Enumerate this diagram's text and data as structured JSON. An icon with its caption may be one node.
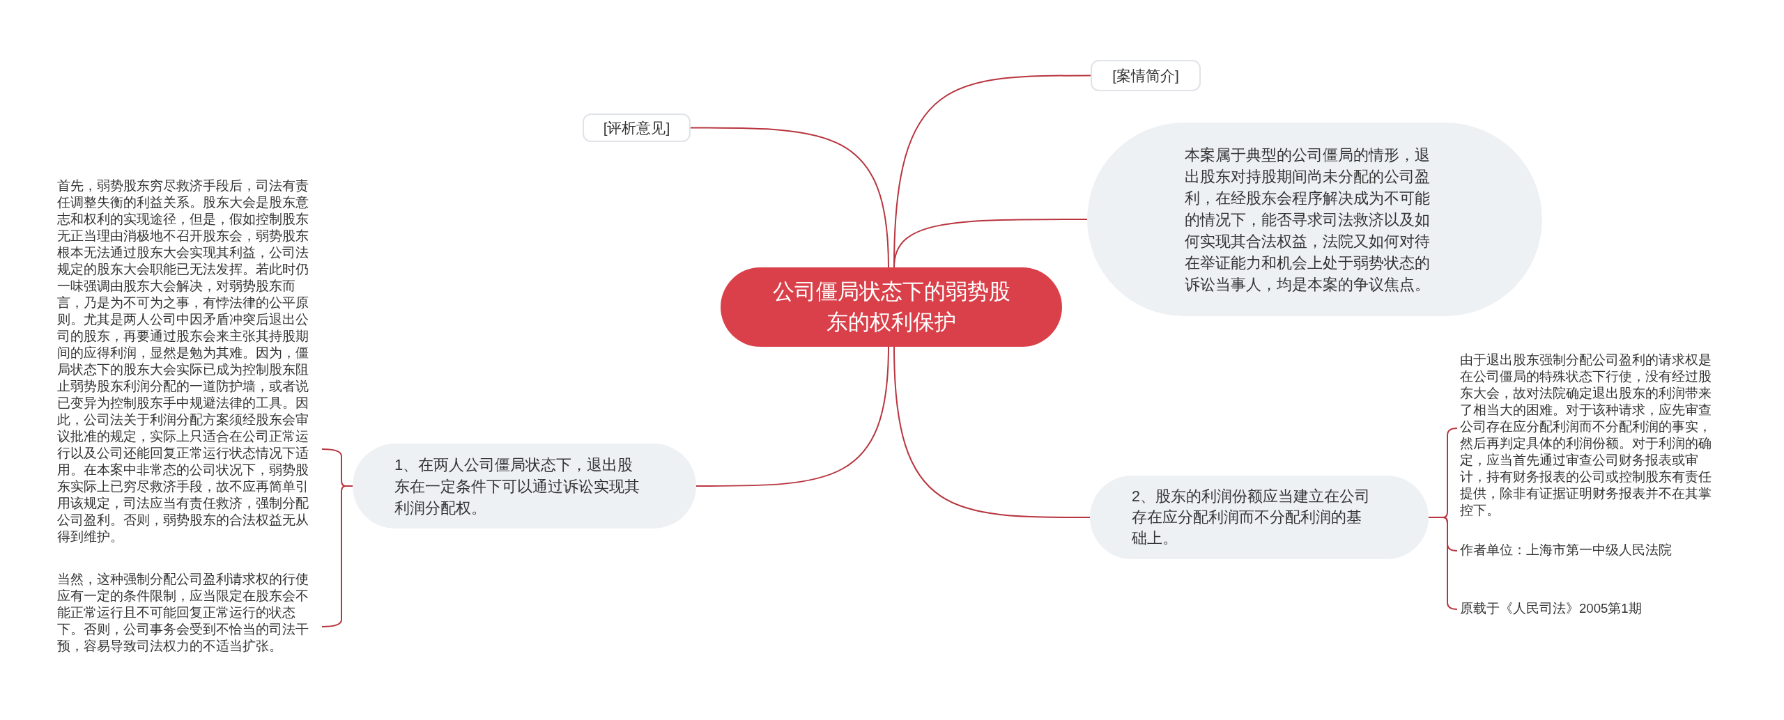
{
  "diagram": {
    "nodes": [
      {
        "text": [
          "公司僵局状态下的弱势股东的权利保护"
        ]
      },
      {
        "text": [
          "[评析意见]"
        ]
      },
      {
        "text": [
          "首先，弱势股东穷尽救济手段后，司法有责任调整失衡的利益关系。股东大会是股东意志和权利的实现途径，但是，假如控制股东无正当理由消极地不召开股东会，弱势股东根本无法通过股东大会实现其利益，公司法规定的股东大会职能已无法发挥。若此时仍一味强调由股东大会解决，对弱势股东而言，乃是为不可为之事，有悖法律的公平原则。尤其是两人公司中因矛盾冲突后退出公司的股东，再要通过股东会来主张其持股期间的应得利润，显然是勉为其难。因为，僵局状态下的股东大会实际已成为控制股东阻止弱势股东利润分配的一道防护墙，或者说已变异为控制股东手中规避法律的工具。因此，公司法关于利润分配方案须经股东会审议批准的规定，实际上只适合在公司正常运行以及公司还能回复正常运行状态情况下适用。在本案中非常态的公司状况下，弱势股东实际上已穷尽救济手段，故不应再简单引用该规定，司法应当有责任救济，强制分配公司盈利。否则，弱势股东的合法权益无从得到维护。"
        ]
      },
      {
        "text": [
          "当然，这种强制分配公司盈利请求权的行使应有一定的条件限制，应当限定在股东会不能正常运行且不可能回复正常运行的状态下。否则，公司事务会受到不恰当的司法干预，容易导致司法权力的不适当扩张。"
        ]
      },
      {
        "text": [
          "[案情简介]"
        ]
      },
      {
        "text": [
          "本案属于典型的公司僵局的情形，退出股东对持股期间尚未分配的公司盈利，在经股东会程序解决成为不可能的情况下，能否寻求司法救济以及如何实现其合法权益，法院又如何对待在举证能力和机会上处于弱势状态的诉讼当事人，均是本案的争议焦点。"
        ]
      },
      {
        "text": [
          "1、在两人公司僵局状态下，退出股东在一定条件下可以通过诉讼实现其利润分配权。"
        ]
      },
      {
        "text": [
          "2、股东的利润份额应当建立在公司存在应分配利润而不分配利润的基础上。"
        ]
      },
      {
        "text": [
          "由于退出股东强制分配公司盈利的请求权是在公司僵局的特殊状态下行使，没有经过股东大会，故对法院确定退出股东的利润带来了相当大的困难。对于该种请求，应先审查公司存在应分配利润而不分配利润的事实，然后再判定具体的利润份额。对于利润的确定，应当首先通过审查公司财务报表或审计，持有财务报表的公司或控制股东有责任提供，除非有证据证明财务报表并不在其掌控下。"
        ]
      },
      {
        "text": [
          "作者单位：上海市第一中级人民法院"
        ]
      },
      {
        "text": [
          "原载于《人民司法》2005第1期"
        ]
      }
    ],
    "edges": [
      {
        "from": 0,
        "to": 1,
        "arrow": "none"
      },
      {
        "from": 0,
        "to": 4,
        "arrow": "none"
      },
      {
        "from": 0,
        "to": 5,
        "arrow": "none"
      },
      {
        "from": 0,
        "to": 6,
        "arrow": "none"
      },
      {
        "from": 6,
        "to": 2,
        "arrow": "none"
      },
      {
        "from": 6,
        "to": 3,
        "arrow": "none"
      },
      {
        "from": 0,
        "to": 7,
        "arrow": "none"
      },
      {
        "from": 7,
        "to": 8,
        "arrow": "none"
      },
      {
        "from": 7,
        "to": 9,
        "arrow": "none"
      },
      {
        "from": 7,
        "to": 10,
        "arrow": "none"
      }
    ]
  }
}
